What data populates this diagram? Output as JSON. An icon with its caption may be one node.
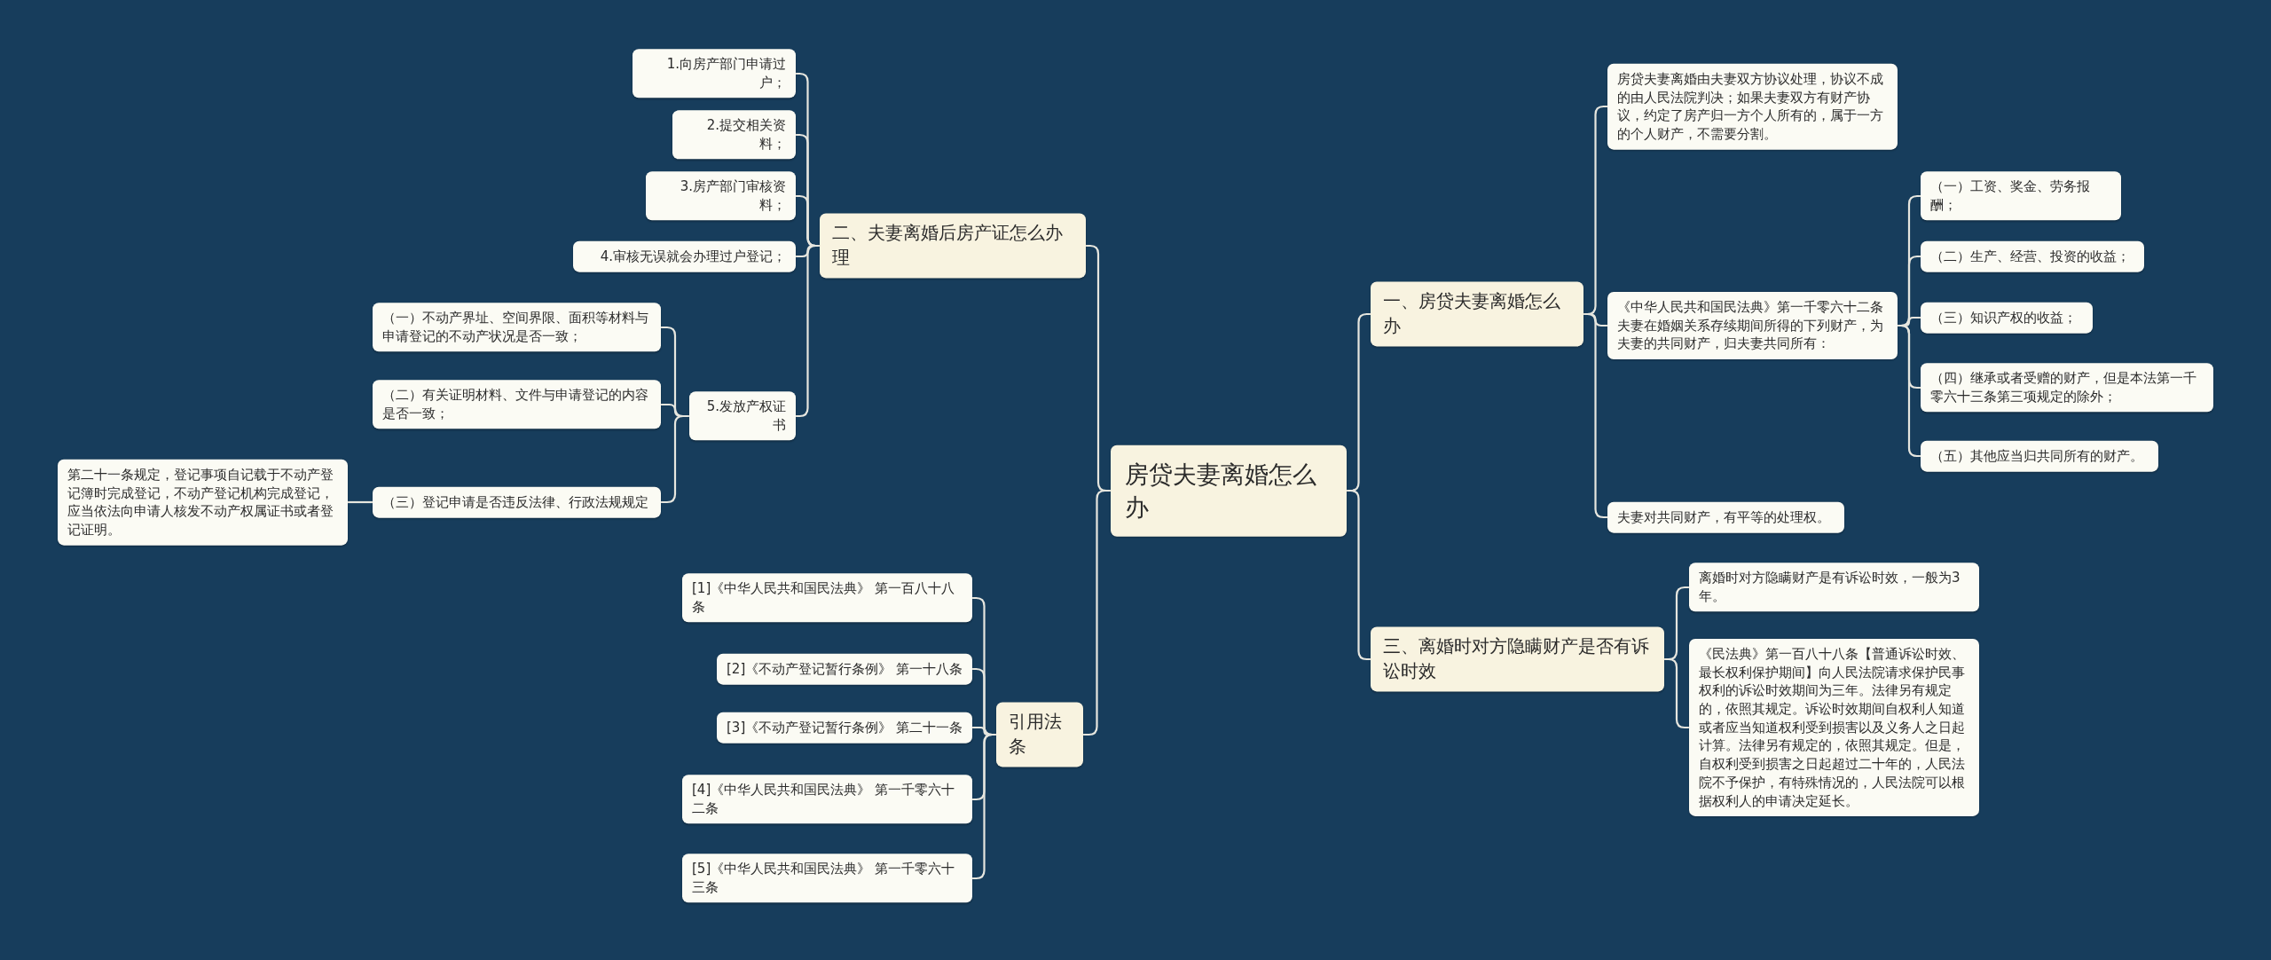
{
  "diagram": {
    "nodes": [
      {
        "text": [
          "房贷夫妻离婚怎么办"
        ]
      },
      {
        "text": [
          "二、夫妻离婚后房产证怎么办理"
        ]
      },
      {
        "text": [
          "1.向房产部门申请过户；"
        ]
      },
      {
        "text": [
          "2.提交相关资料；"
        ]
      },
      {
        "text": [
          "3.房产部门审核资料；"
        ]
      },
      {
        "text": [
          "4.审核无误就会办理过户登记；"
        ]
      },
      {
        "text": [
          "5.发放产权证书"
        ]
      },
      {
        "text": [
          "（一）不动产界址、空间界限、面积等材料与申请登记的不动产状况是否一致；"
        ]
      },
      {
        "text": [
          "（二）有关证明材料、文件与申请登记的内容是否一致；"
        ]
      },
      {
        "text": [
          "（三）登记申请是否违反法律、行政法规规定"
        ]
      },
      {
        "text": [
          "第二十一条规定，登记事项自记载于不动产登记簿时完成登记，不动产登记机构完成登记，应当依法向申请人核发不动产权属证书或者登记证明。"
        ]
      },
      {
        "text": [
          "引用法条"
        ]
      },
      {
        "text": [
          "[1]《中华人民共和国民法典》 第一百八十八条"
        ]
      },
      {
        "text": [
          "[2]《不动产登记暂行条例》 第一十八条"
        ]
      },
      {
        "text": [
          "[3]《不动产登记暂行条例》 第二十一条"
        ]
      },
      {
        "text": [
          "[4]《中华人民共和国民法典》 第一千零六十二条"
        ]
      },
      {
        "text": [
          "[5]《中华人民共和国民法典》 第一千零六十三条"
        ]
      },
      {
        "text": [
          "一、房贷夫妻离婚怎么办"
        ]
      },
      {
        "text": [
          "房贷夫妻离婚由夫妻双方协议处理，协议不成的由人民法院判决；如果夫妻双方有财产协议，约定了房产归一方个人所有的，属于一方的个人财产，不需要分割。"
        ]
      },
      {
        "text": [
          "《中华人民共和国民法典》第一千零六十二条夫妻在婚姻关系存续期间所得的下列财产，为夫妻的共同财产，归夫妻共同所有："
        ]
      },
      {
        "text": [
          "（一）工资、奖金、劳务报酬；"
        ]
      },
      {
        "text": [
          "（二）生产、经营、投资的收益；"
        ]
      },
      {
        "text": [
          "（三）知识产权的收益；"
        ]
      },
      {
        "text": [
          "（四）继承或者受赠的财产，但是本法第一千零六十三条第三项规定的除外；"
        ]
      },
      {
        "text": [
          "（五）其他应当归共同所有的财产。"
        ]
      },
      {
        "text": [
          "夫妻对共同财产，有平等的处理权。"
        ]
      },
      {
        "text": [
          "三、离婚时对方隐瞒财产是否有诉讼时效"
        ]
      },
      {
        "text": [
          "离婚时对方隐瞒财产是有诉讼时效，一般为3年。"
        ]
      },
      {
        "text": [
          "《民法典》第一百八十八条【普通诉讼时效、最长权利保护期间】向人民法院请求保护民事权利的诉讼时效期间为三年。法律另有规定的，依照其规定。诉讼时效期间自权利人知道或者应当知道权利受到损害以及义务人之日起计算。法律另有规定的，依照其规定。但是，自权利受到损害之日起超过二十年的，人民法院不予保护，有特殊情况的，人民法院可以根据权利人的申请决定延长。"
        ]
      }
    ],
    "edges": [
      {
        "from": 0,
        "to": 1,
        "arrow": "none"
      },
      {
        "from": 1,
        "to": 2,
        "arrow": "none"
      },
      {
        "from": 1,
        "to": 3,
        "arrow": "none"
      },
      {
        "from": 1,
        "to": 4,
        "arrow": "none"
      },
      {
        "from": 1,
        "to": 5,
        "arrow": "none"
      },
      {
        "from": 1,
        "to": 6,
        "arrow": "none"
      },
      {
        "from": 6,
        "to": 7,
        "arrow": "none"
      },
      {
        "from": 6,
        "to": 8,
        "arrow": "none"
      },
      {
        "from": 6,
        "to": 9,
        "arrow": "none"
      },
      {
        "from": 9,
        "to": 10,
        "arrow": "none"
      },
      {
        "from": 0,
        "to": 11,
        "arrow": "none"
      },
      {
        "from": 11,
        "to": 12,
        "arrow": "none"
      },
      {
        "from": 11,
        "to": 13,
        "arrow": "none"
      },
      {
        "from": 11,
        "to": 14,
        "arrow": "none"
      },
      {
        "from": 11,
        "to": 15,
        "arrow": "none"
      },
      {
        "from": 11,
        "to": 16,
        "arrow": "none"
      },
      {
        "from": 0,
        "to": 17,
        "arrow": "none"
      },
      {
        "from": 17,
        "to": 18,
        "arrow": "none"
      },
      {
        "from": 17,
        "to": 19,
        "arrow": "none"
      },
      {
        "from": 19,
        "to": 20,
        "arrow": "none"
      },
      {
        "from": 19,
        "to": 21,
        "arrow": "none"
      },
      {
        "from": 19,
        "to": 22,
        "arrow": "none"
      },
      {
        "from": 19,
        "to": 23,
        "arrow": "none"
      },
      {
        "from": 19,
        "to": 24,
        "arrow": "none"
      },
      {
        "from": 17,
        "to": 25,
        "arrow": "none"
      },
      {
        "from": 0,
        "to": 26,
        "arrow": "none"
      },
      {
        "from": 26,
        "to": 27,
        "arrow": "none"
      },
      {
        "from": 26,
        "to": 28,
        "arrow": "none"
      }
    ]
  }
}
